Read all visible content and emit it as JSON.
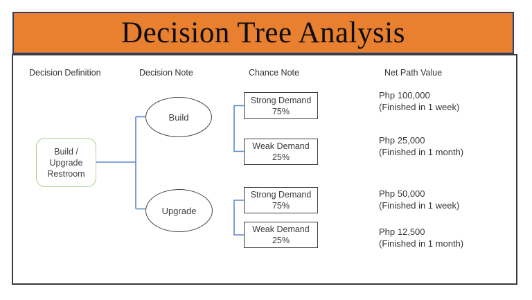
{
  "title": "Decision Tree Analysis",
  "colors": {
    "banner_fill": "#e8802f",
    "banner_border": "#2f3e66",
    "frame_border": "#3a3a3a",
    "connector_blue": "#5c88cc",
    "root_box_border_green": "#a9d18e",
    "node_border_gray": "#3c3c3c",
    "text": "#3b3b3b"
  },
  "columns": {
    "decision_definition": "Decision Definition",
    "decision_note": "Decision Note",
    "chance_note": "Chance Note",
    "net_path_value": "Net Path Value"
  },
  "root": {
    "line1": "Build /",
    "line2": "Upgrade",
    "line3": "Restroom"
  },
  "decisions": {
    "0": {
      "label": "Build",
      "chances": {
        "0": {
          "name": "Strong Demand",
          "pct": "75%",
          "value": "Php 100,000",
          "note": "(Finished in 1 week)"
        },
        "1": {
          "name": "Weak Demand",
          "pct": "25%",
          "value": "Php 25,000",
          "note": "(Finished in 1 month)"
        }
      }
    },
    "1": {
      "label": "Upgrade",
      "chances": {
        "0": {
          "name": "Strong Demand",
          "pct": "75%",
          "value": "Php 50,000",
          "note": "(Finished in 1 week)"
        },
        "1": {
          "name": "Weak Demand",
          "pct": "25%",
          "value": "Php 12,500",
          "note": "(Finished in 1 month)"
        }
      }
    }
  }
}
